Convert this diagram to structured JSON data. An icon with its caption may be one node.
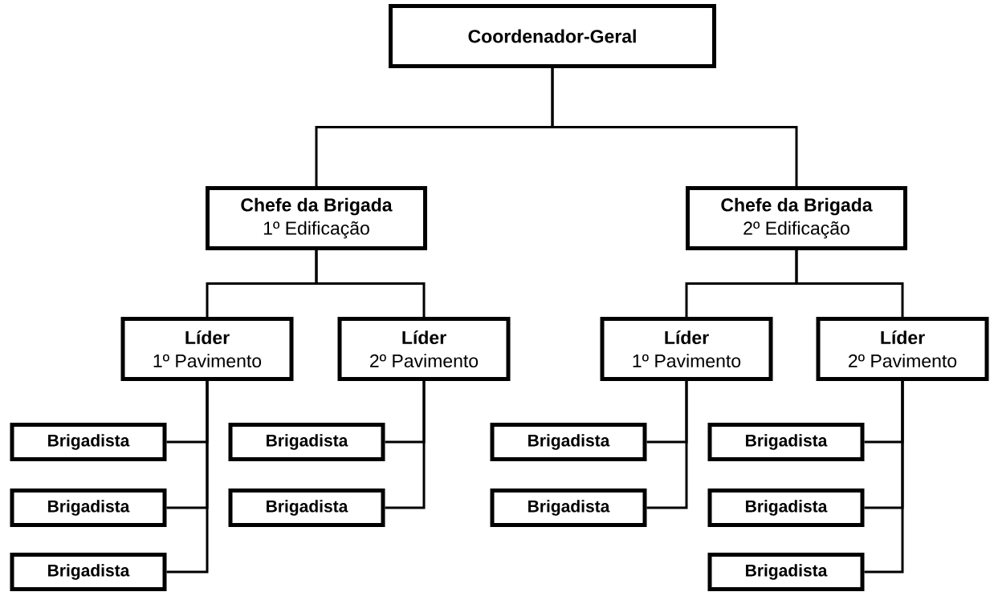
{
  "diagram": {
    "nodes": [
      {
        "text": [
          "Coordenador-Geral"
        ]
      },
      {
        "text": [
          "Chefe da Brigada",
          "1º Edificação"
        ]
      },
      {
        "text": [
          "Chefe da Brigada",
          "2º Edificação"
        ]
      },
      {
        "text": [
          "Líder",
          "1º Pavimento"
        ]
      },
      {
        "text": [
          "Líder",
          "2º Pavimento"
        ]
      },
      {
        "text": [
          "Líder",
          "1º Pavimento"
        ]
      },
      {
        "text": [
          "Líder",
          "2º Pavimento"
        ]
      },
      {
        "text": [
          "Brigadista"
        ]
      },
      {
        "text": [
          "Brigadista"
        ]
      },
      {
        "text": [
          "Brigadista"
        ]
      },
      {
        "text": [
          "Brigadista"
        ]
      },
      {
        "text": [
          "Brigadista"
        ]
      },
      {
        "text": [
          "Brigadista"
        ]
      },
      {
        "text": [
          "Brigadista"
        ]
      },
      {
        "text": [
          "Brigadista"
        ]
      },
      {
        "text": [
          "Brigadista"
        ]
      },
      {
        "text": [
          "Brigadista"
        ]
      }
    ],
    "edges": [
      {
        "from": 0,
        "to": 1,
        "arrow": "none"
      },
      {
        "from": 0,
        "to": 2,
        "arrow": "none"
      },
      {
        "from": 1,
        "to": 3,
        "arrow": "none"
      },
      {
        "from": 1,
        "to": 4,
        "arrow": "none"
      },
      {
        "from": 2,
        "to": 5,
        "arrow": "none"
      },
      {
        "from": 2,
        "to": 6,
        "arrow": "none"
      },
      {
        "from": 3,
        "to": 7,
        "arrow": "none"
      },
      {
        "from": 3,
        "to": 8,
        "arrow": "none"
      },
      {
        "from": 3,
        "to": 9,
        "arrow": "none"
      },
      {
        "from": 4,
        "to": 10,
        "arrow": "none"
      },
      {
        "from": 4,
        "to": 11,
        "arrow": "none"
      },
      {
        "from": 5,
        "to": 12,
        "arrow": "none"
      },
      {
        "from": 5,
        "to": 13,
        "arrow": "none"
      },
      {
        "from": 6,
        "to": 14,
        "arrow": "none"
      },
      {
        "from": 6,
        "to": 15,
        "arrow": "none"
      },
      {
        "from": 6,
        "to": 16,
        "arrow": "none"
      }
    ]
  }
}
